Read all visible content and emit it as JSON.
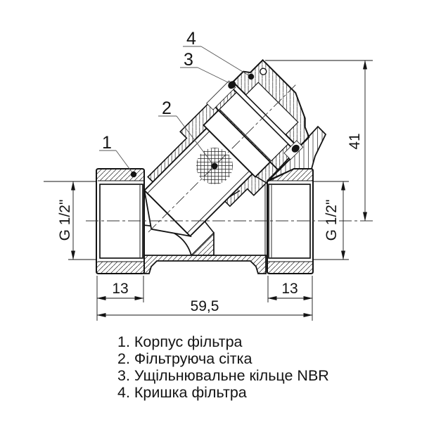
{
  "colors": {
    "ink": "#141414",
    "leader": "#555555",
    "oring": "#161616",
    "background": "#ffffff"
  },
  "callouts": {
    "n1": "1",
    "n2": "2",
    "n3": "3",
    "n4": "4"
  },
  "dimensions": {
    "left_thread": "G 1/2\"",
    "right_thread": "G 1/2\"",
    "branch_height": "41",
    "left_hex": "13",
    "right_hex": "13",
    "overall_length": "59,5"
  },
  "legend": {
    "items": [
      "1. Корпус фільтра",
      "2. Фільтруюча сітка",
      "3. Ущільнювальне кільце NBR",
      "4. Кришка фільтра"
    ]
  }
}
